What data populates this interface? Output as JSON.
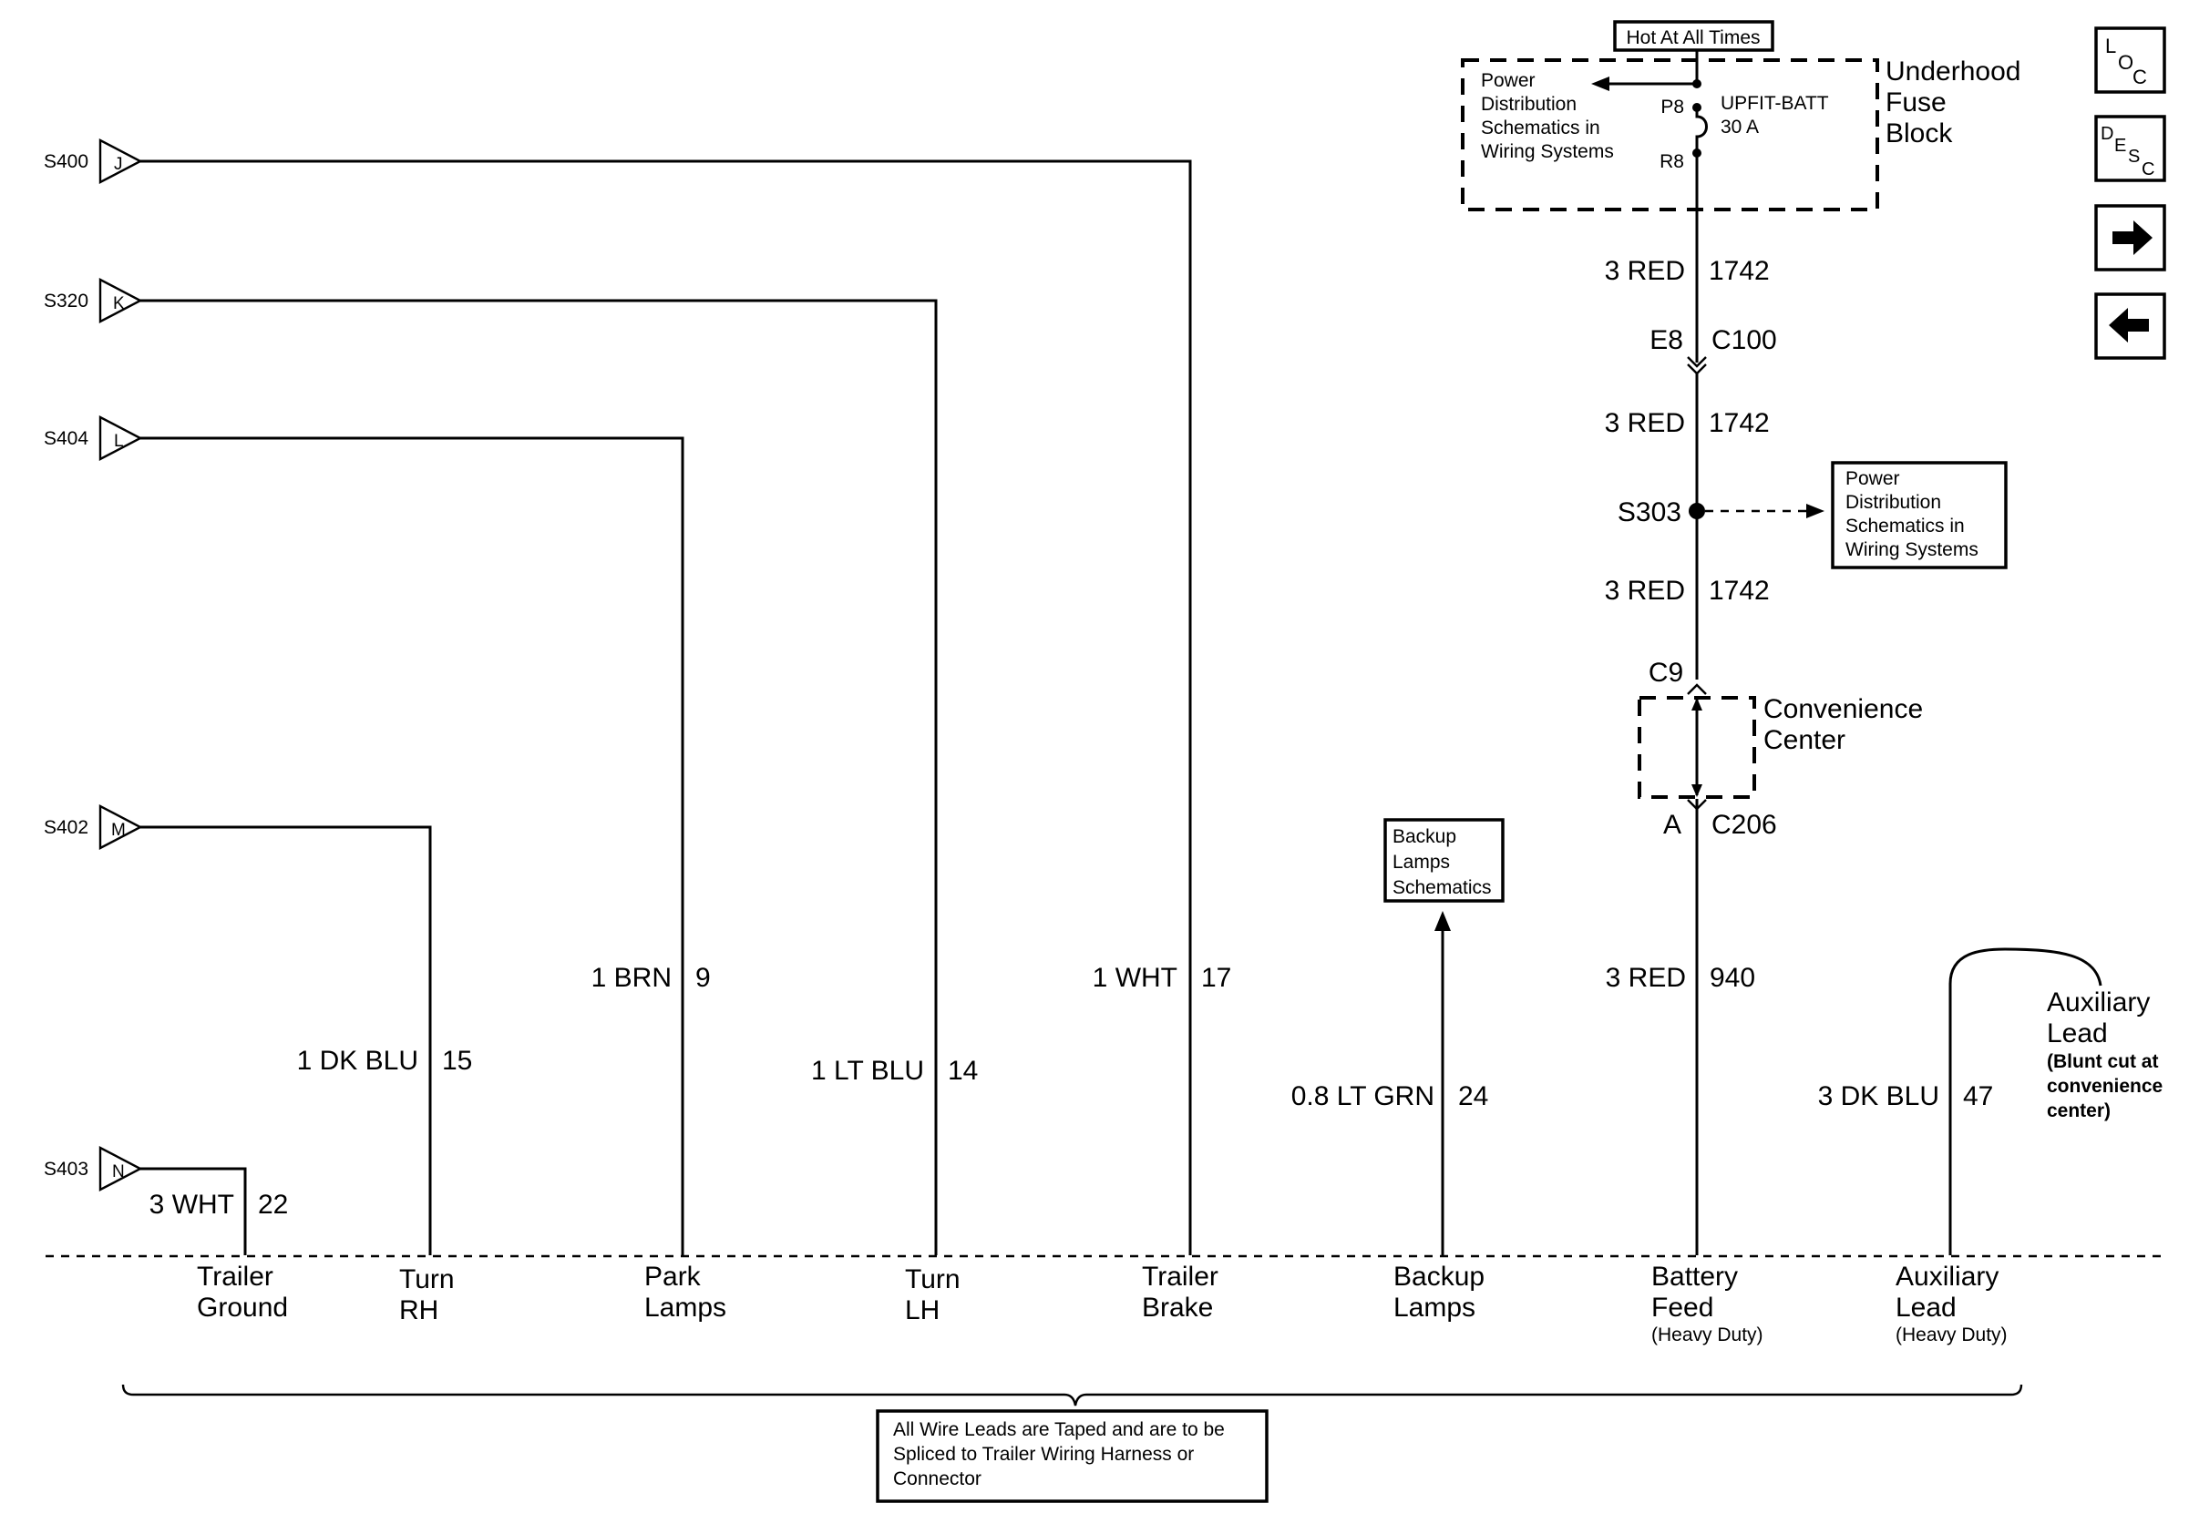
{
  "source_splices": [
    {
      "splice": "S400",
      "pin": "J"
    },
    {
      "splice": "S320",
      "pin": "K"
    },
    {
      "splice": "S404",
      "pin": "L"
    },
    {
      "splice": "S402",
      "pin": "M"
    },
    {
      "splice": "S403",
      "pin": "N"
    }
  ],
  "circuits": [
    {
      "size_color": "3 WHT",
      "circuit": "22",
      "lead_lines": [
        "Trailer",
        "Ground"
      ],
      "note": ""
    },
    {
      "size_color": "1 DK BLU",
      "circuit": "15",
      "lead_lines": [
        "Turn",
        "RH"
      ],
      "note": ""
    },
    {
      "size_color": "1 BRN",
      "circuit": "9",
      "lead_lines": [
        "Park",
        "Lamps"
      ],
      "note": ""
    },
    {
      "size_color": "1 LT BLU",
      "circuit": "14",
      "lead_lines": [
        "Turn",
        "LH"
      ],
      "note": ""
    },
    {
      "size_color": "1 WHT",
      "circuit": "17",
      "lead_lines": [
        "Trailer",
        "Brake"
      ],
      "note": ""
    },
    {
      "size_color": "0.8 LT GRN",
      "circuit": "24",
      "lead_lines": [
        "Backup",
        "Lamps"
      ],
      "note": ""
    },
    {
      "size_color": "3 RED",
      "circuit": "940",
      "lead_lines": [
        "Battery",
        "Feed"
      ],
      "note": "(Heavy Duty)"
    },
    {
      "size_color": "3 DK BLU",
      "circuit": "47",
      "lead_lines": [
        "Auxiliary",
        "Lead"
      ],
      "note": "(Heavy Duty)"
    }
  ],
  "battery_feed": {
    "hot_label": "Hot At All Times",
    "fuse_block_name": [
      "Underhood",
      "Fuse",
      "Block"
    ],
    "power_ref": [
      "Power",
      "Distribution",
      "Schematics in",
      "Wiring Systems"
    ],
    "fuse_terminal_top": "P8",
    "fuse_terminal_bottom": "R8",
    "fuse_name": "UPFIT-BATT",
    "fuse_rating": "30 A",
    "wire_segments": [
      {
        "size_color": "3 RED",
        "circuit": "1742"
      },
      {
        "size_color": "3 RED",
        "circuit": "1742"
      },
      {
        "size_color": "3 RED",
        "circuit": "1742"
      }
    ],
    "connector_c100_pin": "E8",
    "connector_c100": "C100",
    "splice": "S303",
    "splice_ref": [
      "Power",
      "Distribution",
      "Schematics in",
      "Wiring Systems"
    ],
    "connector_c9": "C9",
    "convenience_center": [
      "Convenience",
      "Center"
    ],
    "connector_c206_pin": "A",
    "connector_c206": "C206"
  },
  "backup_ref": [
    "Backup",
    "Lamps",
    "Schematics"
  ],
  "auxiliary_note": {
    "title": [
      "Auxiliary",
      "Lead"
    ],
    "detail": [
      "(Blunt cut at",
      "convenience",
      "center)"
    ]
  },
  "footer_note": [
    "All Wire Leads are Taped and are to be",
    "Spliced to Trailer Wiring Harness or",
    "Connector"
  ],
  "nav": {
    "loc": [
      "L",
      "O",
      "C"
    ],
    "desc": [
      "D",
      "E",
      "S",
      "C"
    ],
    "next_icon": "arrow-right-icon",
    "prev_icon": "arrow-left-icon"
  }
}
